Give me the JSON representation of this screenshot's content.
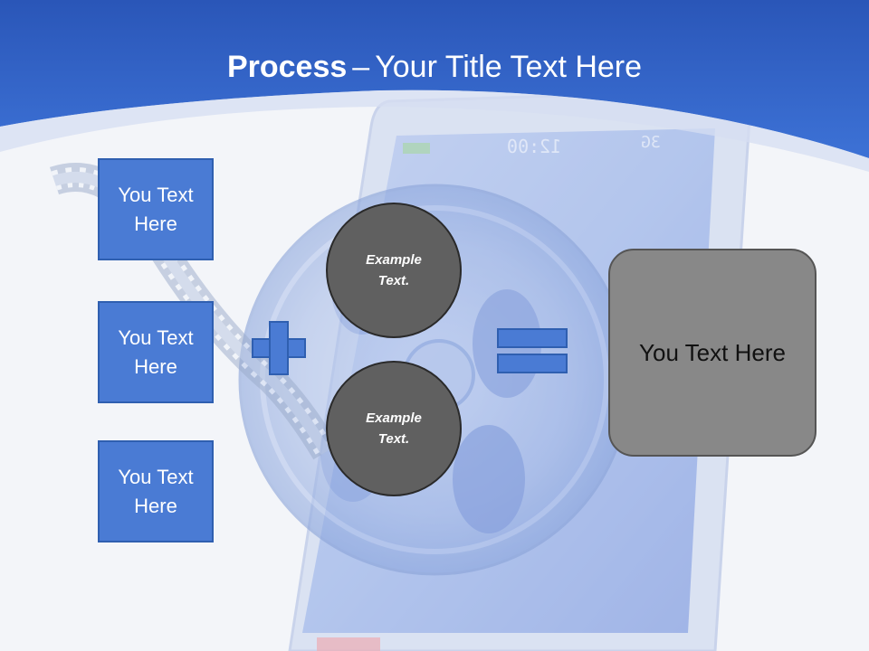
{
  "title": {
    "bold": "Process",
    "separator": "–",
    "rest": "Your Title Text Here"
  },
  "phone_screen": {
    "time": "12:00",
    "network": "3G"
  },
  "left_boxes": [
    {
      "label": "You Text Here"
    },
    {
      "label": "You Text Here"
    },
    {
      "label": "You Text Here"
    }
  ],
  "circles": [
    {
      "label": "Example Text."
    },
    {
      "label": "Example Text."
    }
  ],
  "result_box": {
    "label": "You Text Here"
  },
  "colors": {
    "header_blue": "#2f5fc0",
    "box_blue": "#4a7bd4",
    "circle_gray": "#606060",
    "result_gray": "#888888"
  }
}
